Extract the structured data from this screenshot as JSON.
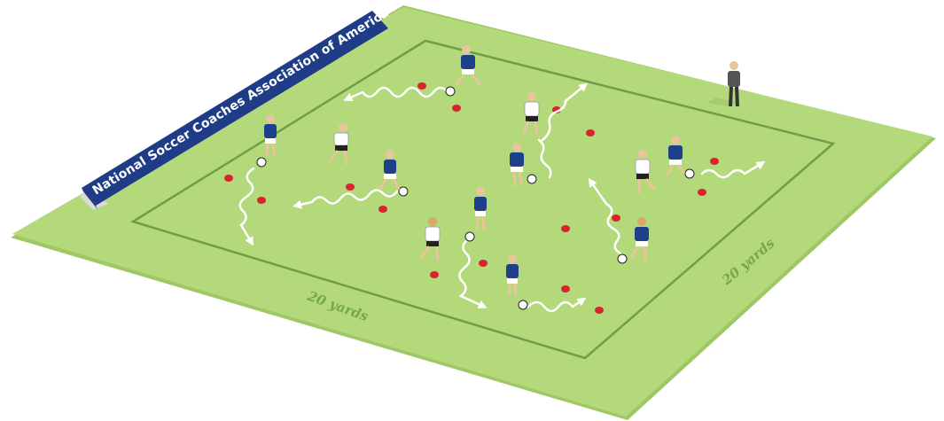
{
  "organization": {
    "name": "National Soccer Coaches Association of America"
  },
  "field": {
    "width_label": "20 yards",
    "depth_label": "20 yards"
  },
  "colors": {
    "grass": "#b3d97a",
    "grass_shadow": "#9fc766",
    "line": "#6f9e4b",
    "banner": "#1f3d87",
    "team_jersey": "#1e3f8a",
    "opponent_jersey": "#ffffff",
    "cone": "#d9232e",
    "run_path": "#ffffff",
    "coach": "#555555"
  }
}
